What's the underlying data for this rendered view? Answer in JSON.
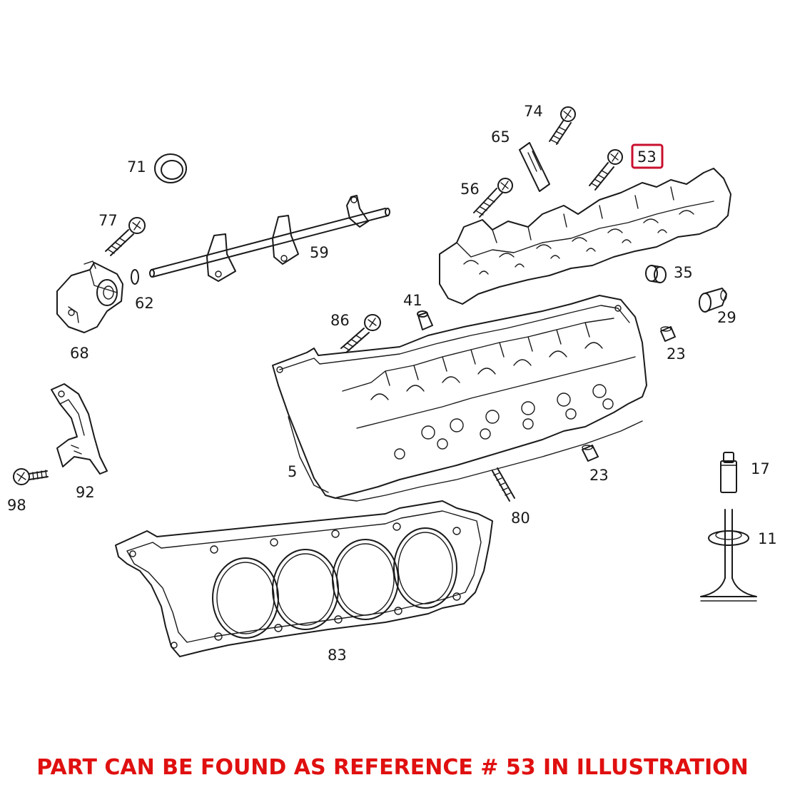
{
  "diagram": {
    "highlight_color": "#c8102e",
    "highlighted_reference": "53",
    "labels": {
      "l74": "74",
      "l65": "65",
      "l53": "53",
      "l71": "71",
      "l56": "56",
      "l77": "77",
      "l59": "59",
      "l35": "35",
      "l62": "62",
      "l41": "41",
      "l86": "86",
      "l29": "29",
      "l68": "68",
      "l23a": "23",
      "l5": "5",
      "l23b": "23",
      "l17": "17",
      "l98": "98",
      "l92": "92",
      "l80": "80",
      "l11": "11",
      "l83": "83"
    }
  },
  "footer": {
    "text": "PART CAN BE FOUND AS REFERENCE # 53 IN ILLUSTRATION",
    "color": "#e01010"
  }
}
